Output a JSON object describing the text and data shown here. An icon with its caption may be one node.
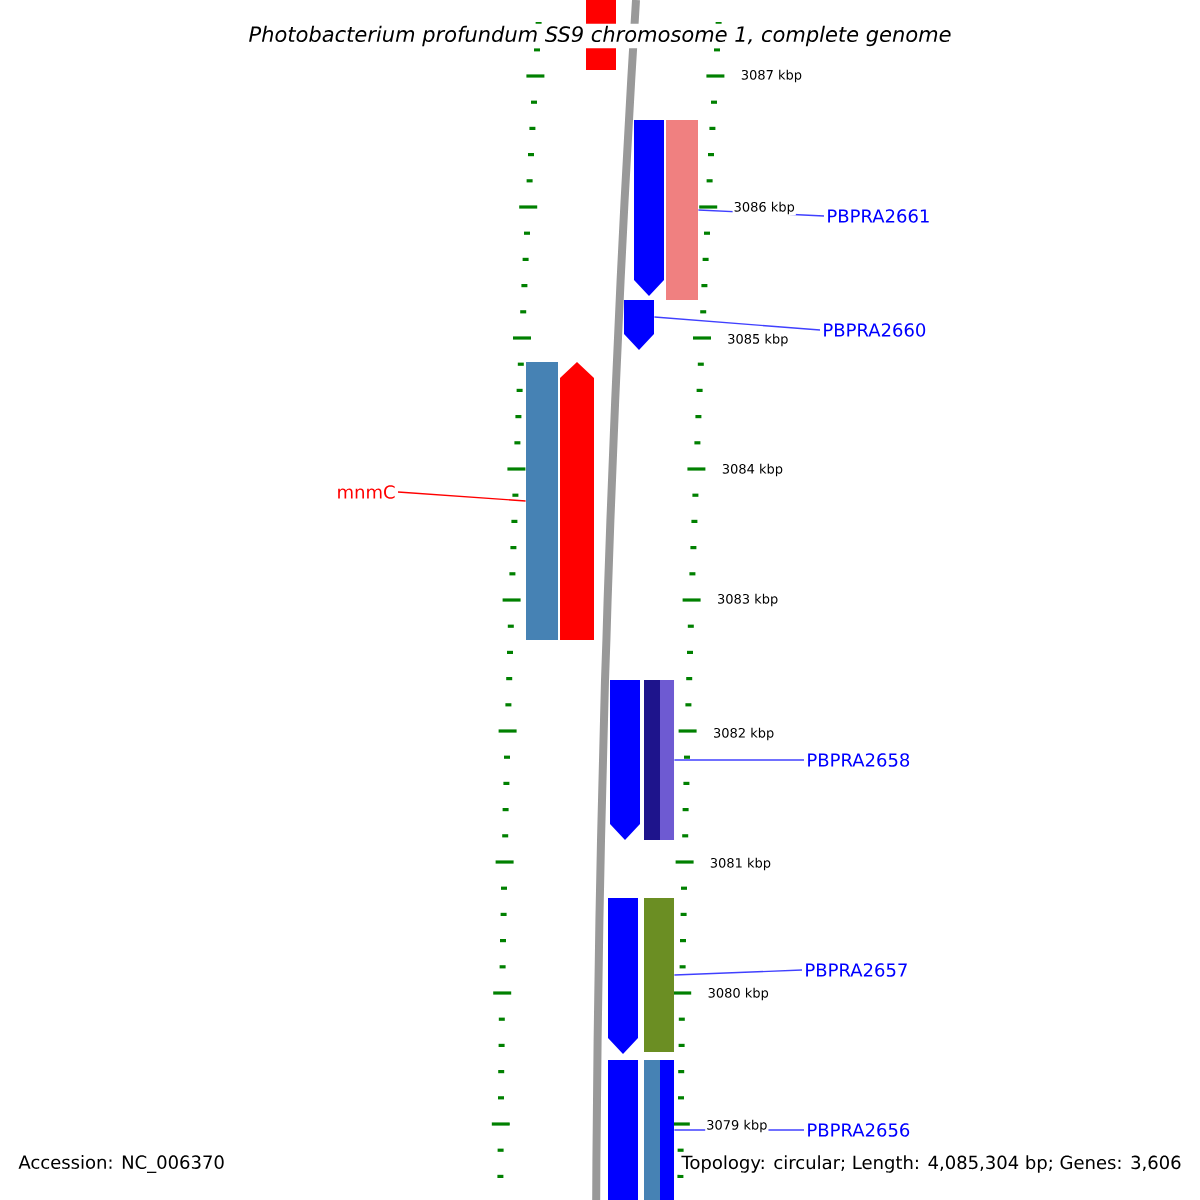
{
  "diagram": {
    "title": "Photobacterium profundum SS9 chromosome 1, complete genome",
    "nodes": [
      {
        "text": [
          "PBPRA2661"
        ]
      },
      {
        "text": [],
        "shape": "bar"
      },
      {
        "text": [
          "PBPRA2660"
        ]
      },
      {
        "text": [],
        "shape": "bar"
      },
      {
        "text": [
          "mnmC"
        ]
      },
      {
        "text": [],
        "shape": "bar"
      },
      {
        "text": [
          "PBPRA2658"
        ]
      },
      {
        "text": [],
        "shape": "bar"
      },
      {
        "text": [
          "PBPRA2657"
        ]
      },
      {
        "text": [],
        "shape": "bar"
      },
      {
        "text": [
          "PBPRA2656"
        ]
      },
      {
        "text": [],
        "shape": "bar"
      }
    ],
    "edges": [
      {
        "from": 0,
        "to": 1,
        "arrow": "none"
      },
      {
        "from": 2,
        "to": 3,
        "arrow": "none"
      },
      {
        "from": 4,
        "to": 5,
        "arrow": "none",
        "color": "#ff0000"
      },
      {
        "from": 6,
        "to": 7,
        "arrow": "none"
      },
      {
        "from": 8,
        "to": 9,
        "arrow": "none"
      },
      {
        "from": 10,
        "to": 11,
        "arrow": "none"
      }
    ],
    "labels": [
      "3087 kbp",
      "3086 kbp",
      "3085 kbp",
      "3084 kbp",
      "3083 kbp",
      "3082 kbp",
      "3081 kbp",
      "3080 kbp",
      "3079 kbp",
      "Accession: NC_006370",
      "Topology: circular; Length: 4,085,304 bp; Genes: 3,606"
    ]
  }
}
